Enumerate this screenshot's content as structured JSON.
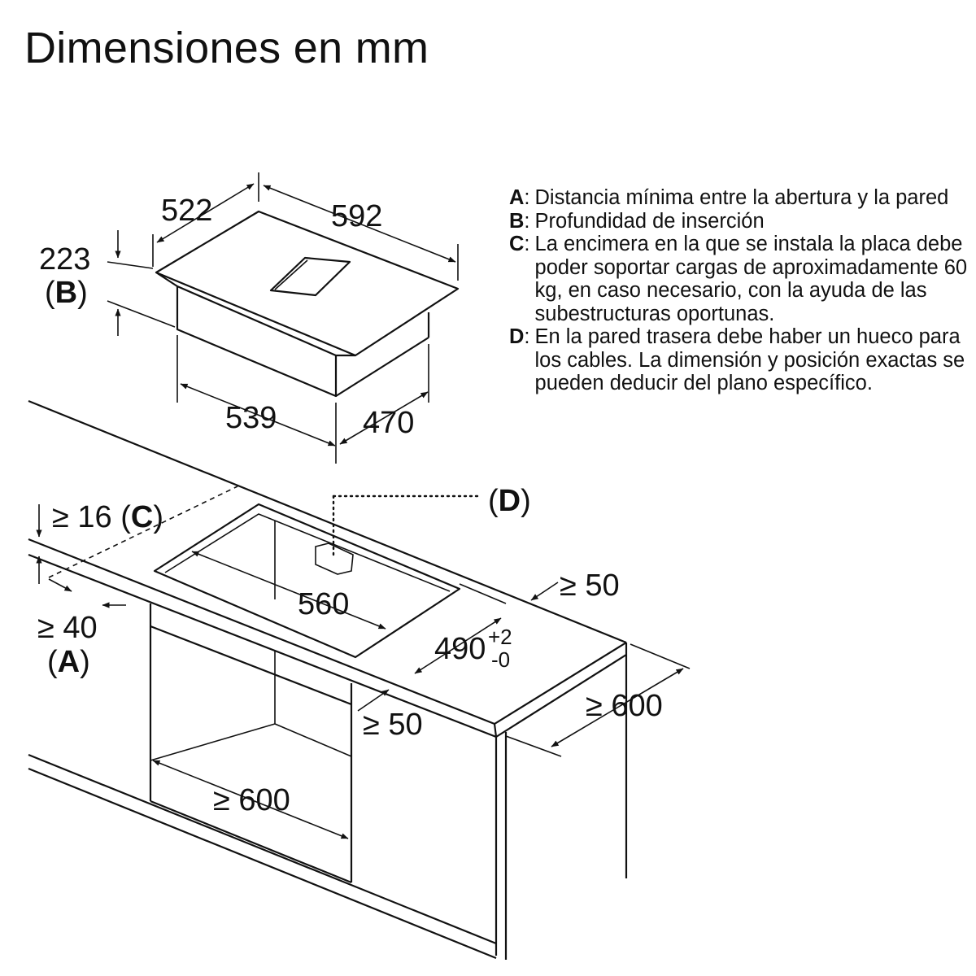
{
  "title": "Dimensiones en mm",
  "hob": {
    "depth": "522",
    "width": "592",
    "insertion_depth": "223",
    "insertion_depth_key": "B",
    "cutout_width": "539",
    "cutout_depth": "470"
  },
  "worktop": {
    "min_thickness": "≥ 16",
    "min_thickness_key": "C",
    "min_front_distance": "≥ 40",
    "min_front_distance_key": "A",
    "cutout_width": "560",
    "cutout_depth": "490",
    "cutout_depth_tol_plus": "+2",
    "cutout_depth_tol_minus": "-0",
    "rear_distance": "≥ 50",
    "side_distance": "≥ 50",
    "worktop_depth": "≥ 600",
    "cabinet_width": "≥ 600",
    "cable_opening_key": "D"
  },
  "legend": [
    {
      "key": "A",
      "text": "Distancia mínima entre la abertura y la pared"
    },
    {
      "key": "B",
      "text": "Profundidad de inserción"
    },
    {
      "key": "C",
      "text": "La encimera en la que se instala la placa debe poder soportar cargas de aproximadamente 60 kg, en caso necesario, con la ayuda de las subestructuras oportunas."
    },
    {
      "key": "D",
      "text": "En la pared trasera debe haber un hueco para los cables. La dimensión y posición exactas se pueden deducir del plano específico."
    }
  ]
}
